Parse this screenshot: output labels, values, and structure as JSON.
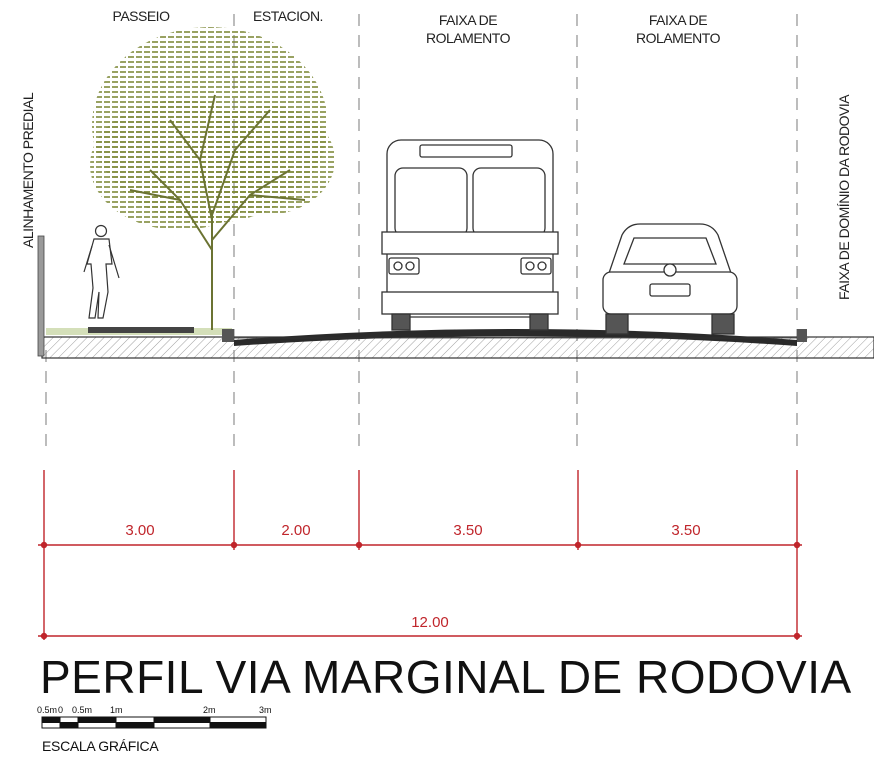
{
  "labels": {
    "passeio": "PASSEIO",
    "estacion": "ESTACION.",
    "faixa1_line1": "FAIXA DE",
    "faixa1_line2": "ROLAMENTO",
    "faixa2_line1": "FAIXA DE",
    "faixa2_line2": "ROLAMENTO",
    "alinhamento": "ALINHAMENTO PREDIAL",
    "faixa_dominio": "FAIXA DE DOMÍNIO DA RODOVIA"
  },
  "dimensions": {
    "passeio": "3.00",
    "estacion": "2.00",
    "faixa1": "3.50",
    "faixa2": "3.50",
    "total": "12.00"
  },
  "title": "PERFIL VIA MARGINAL DE RODOVIA",
  "scale": {
    "ticks": [
      "0.5m",
      "0",
      "0.5m",
      "1m",
      "2m",
      "3m"
    ],
    "caption": "ESCALA GRÁFICA"
  },
  "colors": {
    "dimension": "#c0252b",
    "tree": "#7f8a3a",
    "line": "#333333"
  }
}
